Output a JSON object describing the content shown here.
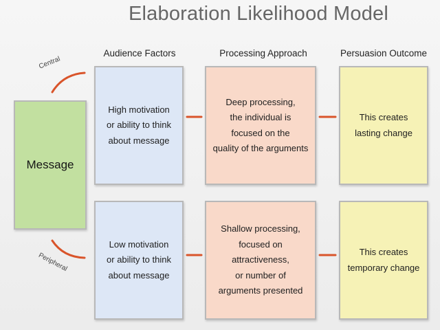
{
  "title": "Elaboration Likelihood Model",
  "columns": {
    "audience": "Audience Factors",
    "processing": "Processing Approach",
    "outcome": "Persuasion Outcome"
  },
  "message": "Message",
  "routes": {
    "central": {
      "label": "Central",
      "audience": "High motivation\nor ability to think\nabout message",
      "processing": "Deep processing,\nthe individual is\nfocused on the\nquality of the arguments",
      "outcome": "This creates\nlasting change"
    },
    "peripheral": {
      "label": "Peripheral",
      "audience": "Low motivation\nor ability to think\nabout message",
      "processing": "Shallow processing,\nfocused on\nattractiveness,\nor number of\narguments presented",
      "outcome": "This creates\ntemporary change"
    }
  },
  "colors": {
    "message": "#c2e0a0",
    "audience": "#dde7f6",
    "processing": "#f9d9c9",
    "outcome": "#f6f2b6",
    "connector": "#d9542a",
    "title": "#666666"
  }
}
